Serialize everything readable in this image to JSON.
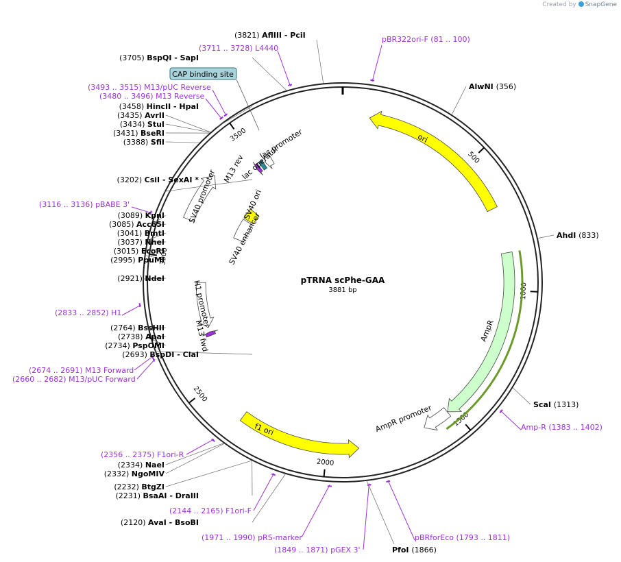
{
  "credit": {
    "prefix": "Created by",
    "brand": "SnapGene"
  },
  "plasmid": {
    "name": "pTRNA scPhe-GAA",
    "size_label": "3881 bp",
    "length": 3881
  },
  "ticks": [
    {
      "pos": 0,
      "label": ""
    },
    {
      "pos": 500,
      "label": "500"
    },
    {
      "pos": 1000,
      "label": "1000"
    },
    {
      "pos": 1500,
      "label": "1500"
    },
    {
      "pos": 2000,
      "label": "2000"
    },
    {
      "pos": 2500,
      "label": "2500"
    },
    {
      "pos": 3000,
      "label": "3000"
    },
    {
      "pos": 3500,
      "label": "3500"
    }
  ],
  "features": [
    {
      "name": "ori",
      "start": 100,
      "end": 689,
      "dir": -1,
      "color": "#ffff00",
      "track": 1
    },
    {
      "name": "AmpR",
      "start": 860,
      "end": 1520,
      "dir": 1,
      "color": "#ccffcc",
      "track": 1
    },
    {
      "name": "AmpR promoter",
      "start": 1521,
      "end": 1625,
      "dir": 1,
      "color": "#ffffff",
      "track": 1
    },
    {
      "name": "f1 ori",
      "start": 1880,
      "end": 2335,
      "dir": -1,
      "color": "#ffff00",
      "track": 1
    },
    {
      "name": "H1 promoter",
      "start": 2710,
      "end": 2910,
      "dir": -1,
      "color": "#ffffff",
      "track": 2
    },
    {
      "name": "SV40 enhancer",
      "start": 3150,
      "end": 3260,
      "dir": 0,
      "color": "#ffffff",
      "track": 3
    },
    {
      "name": "SV40 ori",
      "start": 3268,
      "end": 3325,
      "dir": 0,
      "color": "#ffff00",
      "track": 3
    },
    {
      "name": "SV40 promoter",
      "start": 3150,
      "end": 3340,
      "dir": 1,
      "color": "#ffffff",
      "track": 1
    },
    {
      "name": "M13 rev",
      "start": 3480,
      "end": 3496,
      "dir": -1,
      "color": "#9b30d9",
      "track": 2
    },
    {
      "name": "lac operator",
      "start": 3504,
      "end": 3520,
      "dir": 0,
      "color": "#2b8a99",
      "track": 2
    },
    {
      "name": "lac promoter",
      "start": 3528,
      "end": 3558,
      "dir": -1,
      "color": "#ffffff",
      "track": 2
    },
    {
      "name": "M13 fwd",
      "start": 2674,
      "end": 2691,
      "dir": 1,
      "color": "#9b30d9",
      "track": 2
    }
  ],
  "feature_labels": [
    {
      "text": "ori"
    },
    {
      "text": "AmpR"
    },
    {
      "text": "AmpR promoter"
    },
    {
      "text": "f1 ori"
    },
    {
      "text": "H1 promoter"
    },
    {
      "text": "M13 fwd"
    },
    {
      "text": "SV40 promoter"
    },
    {
      "text": "SV40 ori"
    },
    {
      "text": "SV40 enhancer"
    },
    {
      "text": "M13 rev"
    },
    {
      "text": "lac promoter"
    },
    {
      "text": "lac operator"
    }
  ],
  "cap_site": {
    "label": "CAP binding site",
    "pos": 3560
  },
  "sites_left": [
    {
      "pos": 3705,
      "text_pos": "(3705)",
      "name": "BspQI",
      "extra": "SapI"
    },
    {
      "pos": 3458,
      "text_pos": "(3458)",
      "name": "HincII",
      "extra": "HpaI"
    },
    {
      "pos": 3435,
      "text_pos": "(3435)",
      "name": "AvrII",
      "extra": ""
    },
    {
      "pos": 3434,
      "text_pos": "(3434)",
      "name": "StuI",
      "extra": ""
    },
    {
      "pos": 3431,
      "text_pos": "(3431)",
      "name": "BseRI",
      "extra": ""
    },
    {
      "pos": 3388,
      "text_pos": "(3388)",
      "name": "SfiI",
      "extra": ""
    },
    {
      "pos": 3202,
      "text_pos": "(3202)",
      "name": "CsiI",
      "extra": "SexAI *"
    },
    {
      "pos": 3089,
      "text_pos": "(3089)",
      "name": "KpnI",
      "extra": ""
    },
    {
      "pos": 3085,
      "text_pos": "(3085)",
      "name": "Acc65I",
      "extra": ""
    },
    {
      "pos": 3041,
      "text_pos": "(3041)",
      "name": "BmtI",
      "extra": ""
    },
    {
      "pos": 3037,
      "text_pos": "(3037)",
      "name": "NheI",
      "extra": ""
    },
    {
      "pos": 3015,
      "text_pos": "(3015)",
      "name": "EcoRI",
      "extra": ""
    },
    {
      "pos": 2995,
      "text_pos": "(2995)",
      "name": "PpuMI",
      "extra": ""
    },
    {
      "pos": 2921,
      "text_pos": "(2921)",
      "name": "NdeI",
      "extra": ""
    },
    {
      "pos": 2764,
      "text_pos": "(2764)",
      "name": "BssHII",
      "extra": ""
    },
    {
      "pos": 2738,
      "text_pos": "(2738)",
      "name": "ApaI",
      "extra": ""
    },
    {
      "pos": 2734,
      "text_pos": "(2734)",
      "name": "PspOMI",
      "extra": ""
    },
    {
      "pos": 2693,
      "text_pos": "(2693)",
      "name": "BspDI",
      "extra": "ClaI"
    },
    {
      "pos": 2334,
      "text_pos": "(2334)",
      "name": "NaeI",
      "extra": ""
    },
    {
      "pos": 2332,
      "text_pos": "(2332)",
      "name": "NgoMIV",
      "extra": ""
    },
    {
      "pos": 2232,
      "text_pos": "(2232)",
      "name": "BtgZI",
      "extra": ""
    },
    {
      "pos": 2231,
      "text_pos": "(2231)",
      "name": "BsaAI",
      "extra": "DraIII"
    },
    {
      "pos": 2120,
      "text_pos": "(2120)",
      "name": "AvaI",
      "extra": "BsoBI"
    }
  ],
  "sites_top": [
    {
      "pos": 3821,
      "text_pos": "(3821)",
      "name": "AflIII",
      "extra": "PciI"
    }
  ],
  "sites_right": [
    {
      "pos": 356,
      "text_pos": "(356)",
      "name": "AlwNI"
    },
    {
      "pos": 833,
      "text_pos": "(833)",
      "name": "AhdI"
    },
    {
      "pos": 1313,
      "text_pos": "(1313)",
      "name": "ScaI"
    },
    {
      "pos": 1866,
      "text_pos": "(1866)",
      "name": "PfoI"
    }
  ],
  "primers": [
    {
      "pos": 3720,
      "range": "(3711 .. 3728)",
      "name": "L4440"
    },
    {
      "pos": 90,
      "range": "(81 .. 100)",
      "name": "pBR322ori-F"
    },
    {
      "pos": 3504,
      "range": "(3493 .. 3515)",
      "name": "M13/pUC Reverse"
    },
    {
      "pos": 3488,
      "range": "(3480 .. 3496)",
      "name": "M13 Reverse"
    },
    {
      "pos": 3126,
      "range": "(3116 .. 3136)",
      "name": "pBABE 3'"
    },
    {
      "pos": 2842,
      "range": "(2833 .. 2852)",
      "name": "H1"
    },
    {
      "pos": 2682,
      "range": "(2674 .. 2691)",
      "name": "M13 Forward"
    },
    {
      "pos": 2671,
      "range": "(2660 .. 2682)",
      "name": "M13/pUC Forward"
    },
    {
      "pos": 2365,
      "range": "(2356 .. 2375)",
      "name": "F1ori-R"
    },
    {
      "pos": 2154,
      "range": "(2144 .. 2165)",
      "name": "F1ori-F"
    },
    {
      "pos": 1980,
      "range": "(1971 .. 1990)",
      "name": "pRS-marker"
    },
    {
      "pos": 1860,
      "range": "(1849 .. 1871)",
      "name": "pGEX 3'"
    },
    {
      "pos": 1802,
      "range": "(1793 .. 1811)",
      "name": "pBRforEco"
    },
    {
      "pos": 1392,
      "range": "(1383 .. 1402)",
      "name": "Amp-R"
    }
  ],
  "colors": {
    "primer": "#9b30d9",
    "backbone": "#222222",
    "amp_highlight": "#6b9a2a"
  }
}
